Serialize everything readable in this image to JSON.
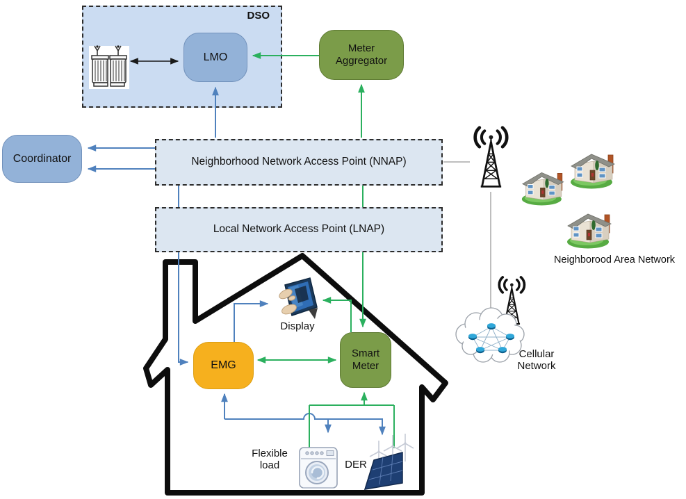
{
  "figure": {
    "type": "smart-grid-architecture-diagram",
    "boxes": {
      "dso": "DSO",
      "lmo": "LMO",
      "meter_aggregator": "Meter Aggregator",
      "coordinator": "Coordinator",
      "nnap": "Neighborhood Network Access Point (NNAP)",
      "lnap": "Local Network Access Point (LNAP)",
      "emg": "EMG",
      "smart_meter": "Smart Meter"
    },
    "labels": {
      "display": "Display",
      "flexible_load": "Flexible load",
      "der": "DER",
      "cellular_network": "Cellular Network",
      "neighborhood_area_network": "Neighborood Area Network"
    },
    "icons": {
      "transformer": "transformer-icon",
      "display_tablet": "tablet-display-icon",
      "washing_machine": "washing-machine-icon",
      "der_solar_wind": "solar-panel-wind-turbine-icon",
      "radio_tower_upper": "radio-tower-icon",
      "radio_tower_lower": "radio-tower-icon",
      "houses": "house-icon",
      "cloud_mesh": "network-cloud-icon",
      "house_outline": "home-outline-icon"
    },
    "connections": [
      {
        "from": "transformer",
        "to": "lmo",
        "color": "black",
        "arrows": "both"
      },
      {
        "from": "meter_aggregator",
        "to": "lmo",
        "color": "green",
        "arrows": "to"
      },
      {
        "from": "nnap",
        "to": "lmo",
        "color": "blue",
        "arrows": "to"
      },
      {
        "from": "nnap",
        "to": "meter_aggregator",
        "color": "green",
        "arrows": "to"
      },
      {
        "from": "nnap",
        "to": "coordinator",
        "color": "blue",
        "arrows": "to",
        "count": 2
      },
      {
        "from": "nnap",
        "to": "lnap",
        "color": "blue",
        "arrows": "none"
      },
      {
        "from": "nnap",
        "to": "lnap",
        "color": "green",
        "arrows": "none"
      },
      {
        "from": "nnap",
        "to": "radio_tower_upper",
        "color": "grey",
        "arrows": "none"
      },
      {
        "from": "radio_tower_upper",
        "to": "cloud_mesh",
        "color": "grey",
        "arrows": "none"
      },
      {
        "from": "lnap",
        "to": "emg",
        "color": "blue",
        "arrows": "to"
      },
      {
        "from": "lnap",
        "to": "smart_meter",
        "color": "green",
        "arrows": "to"
      },
      {
        "from": "emg",
        "to": "display",
        "color": "blue",
        "arrows": "to"
      },
      {
        "from": "smart_meter",
        "to": "display",
        "color": "green",
        "arrows": "to"
      },
      {
        "from": "emg",
        "to": "smart_meter",
        "color": "green",
        "arrows": "both"
      },
      {
        "from": "emg",
        "to": "flexible_load_and_der",
        "color": "blue",
        "arrows": "both-directions"
      },
      {
        "from": "flexible_load_and_der",
        "to": "smart_meter",
        "color": "green",
        "arrows": "to"
      }
    ],
    "colors": {
      "arrow-blue": "#4f81bd",
      "arrow-green": "#2bb05e",
      "line-grey": "#a9a9a9",
      "box-blue-fill": "#93b2d8",
      "box-blue-border": "#7191bb",
      "panel-blue-fill": "#cbdcf2",
      "nap-fill": "#dce6f1",
      "olive-fill": "#7b9c49",
      "olive-border": "#5e7a33",
      "amber-fill": "#f6b01e",
      "amber-border": "#dd9f13",
      "house-outline": "#0d0d0d"
    }
  }
}
